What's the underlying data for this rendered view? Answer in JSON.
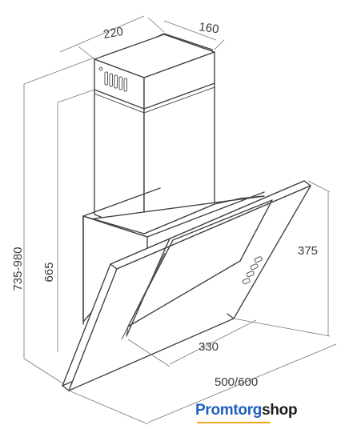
{
  "dimensions": {
    "chimney_width": "220",
    "chimney_depth": "160",
    "total_height": "735-980",
    "body_height": "665",
    "glass_height": "375",
    "inner_width": "330",
    "total_width": "500/600"
  },
  "logo": {
    "part1": "Promtorg",
    "part2": "shop"
  },
  "colors": {
    "line": "#444444",
    "logo_blue": "#1f5fbf",
    "logo_dark": "#1c1c1c",
    "logo_accent": "#f2a51c"
  }
}
